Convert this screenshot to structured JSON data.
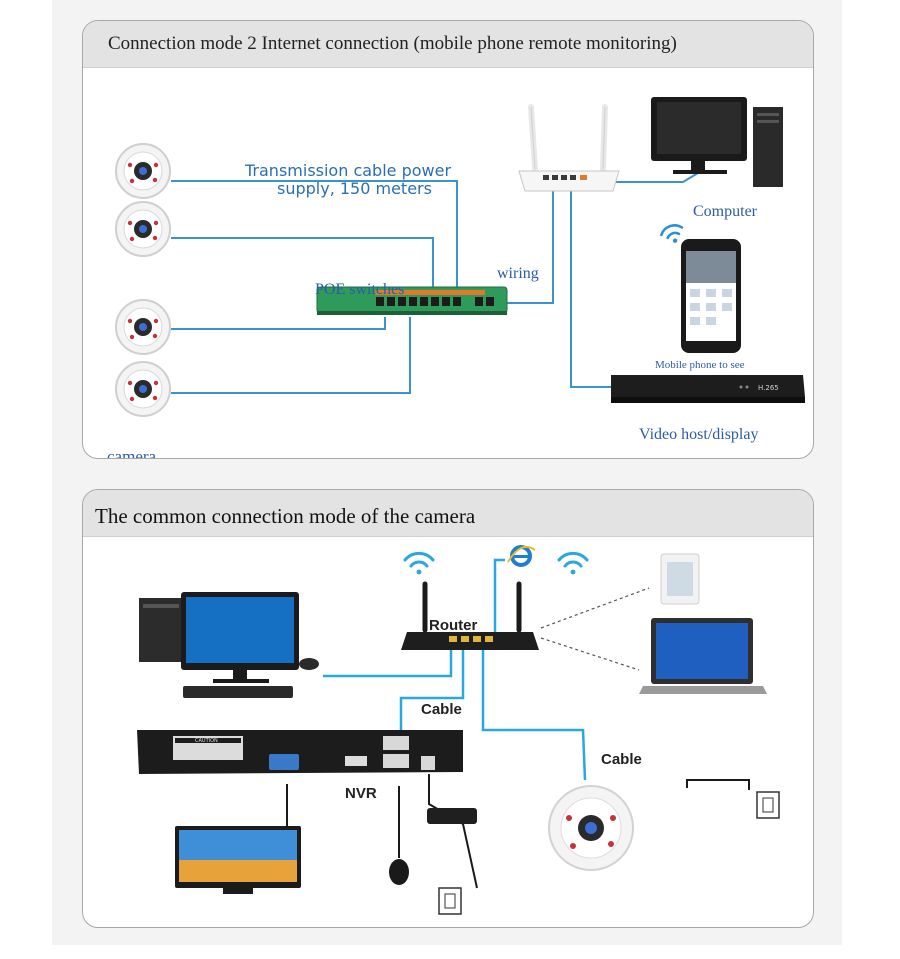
{
  "diagram_top": {
    "title": "Connection mode 2 Internet connection (mobile phone remote monitoring)",
    "labels": {
      "cable_line1": "Transmission cable power",
      "cable_line2": "supply, 150 meters",
      "poe": "POE switches",
      "wiring": "wiring",
      "computer": "Computer",
      "mobile": "Mobile phone to see",
      "video": "Video host/display",
      "camera": "camera",
      "nvr_badge": "H.265"
    }
  },
  "diagram_bottom": {
    "title": "The common connection mode of the camera",
    "labels": {
      "router": "Router",
      "cable_top": "Cable",
      "cable_right": "Cable",
      "nvr": "NVR",
      "caution": "CAUTION"
    }
  },
  "colors": {
    "line_blue": "#3a93cf",
    "cable_cyan": "#29a8e0",
    "switch_green": "#2e9b5a",
    "label_blue": "#2a6fb5"
  },
  "icons": [
    "dome-camera-icon",
    "poe-switch-icon",
    "router-icon",
    "desktop-computer-icon",
    "smartphone-icon",
    "nvr-recorder-icon",
    "wifi-icon",
    "internet-explorer-icon",
    "laptop-icon",
    "tablet-icon",
    "monitor-icon",
    "mouse-icon",
    "power-outlet-icon",
    "power-adapter-icon"
  ]
}
